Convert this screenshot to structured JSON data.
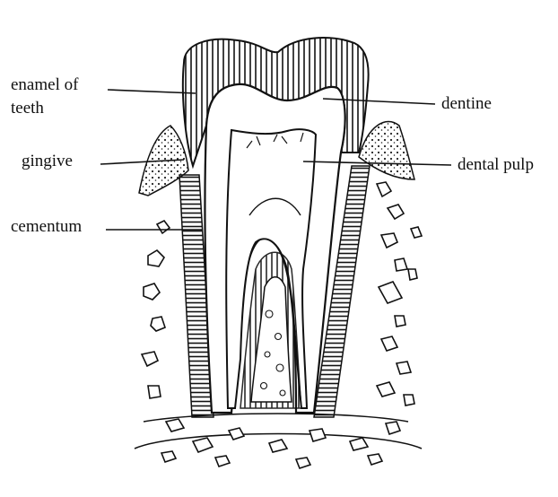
{
  "diagram": {
    "labels": {
      "enamel_line1": "enamel of",
      "enamel_line2": "teeth",
      "gingive": "gingive",
      "cementum": "cementum",
      "dentine": "dentine",
      "dental_pulp": "dental pulp"
    },
    "colors": {
      "ink": "#111111",
      "background": "#ffffff"
    }
  }
}
